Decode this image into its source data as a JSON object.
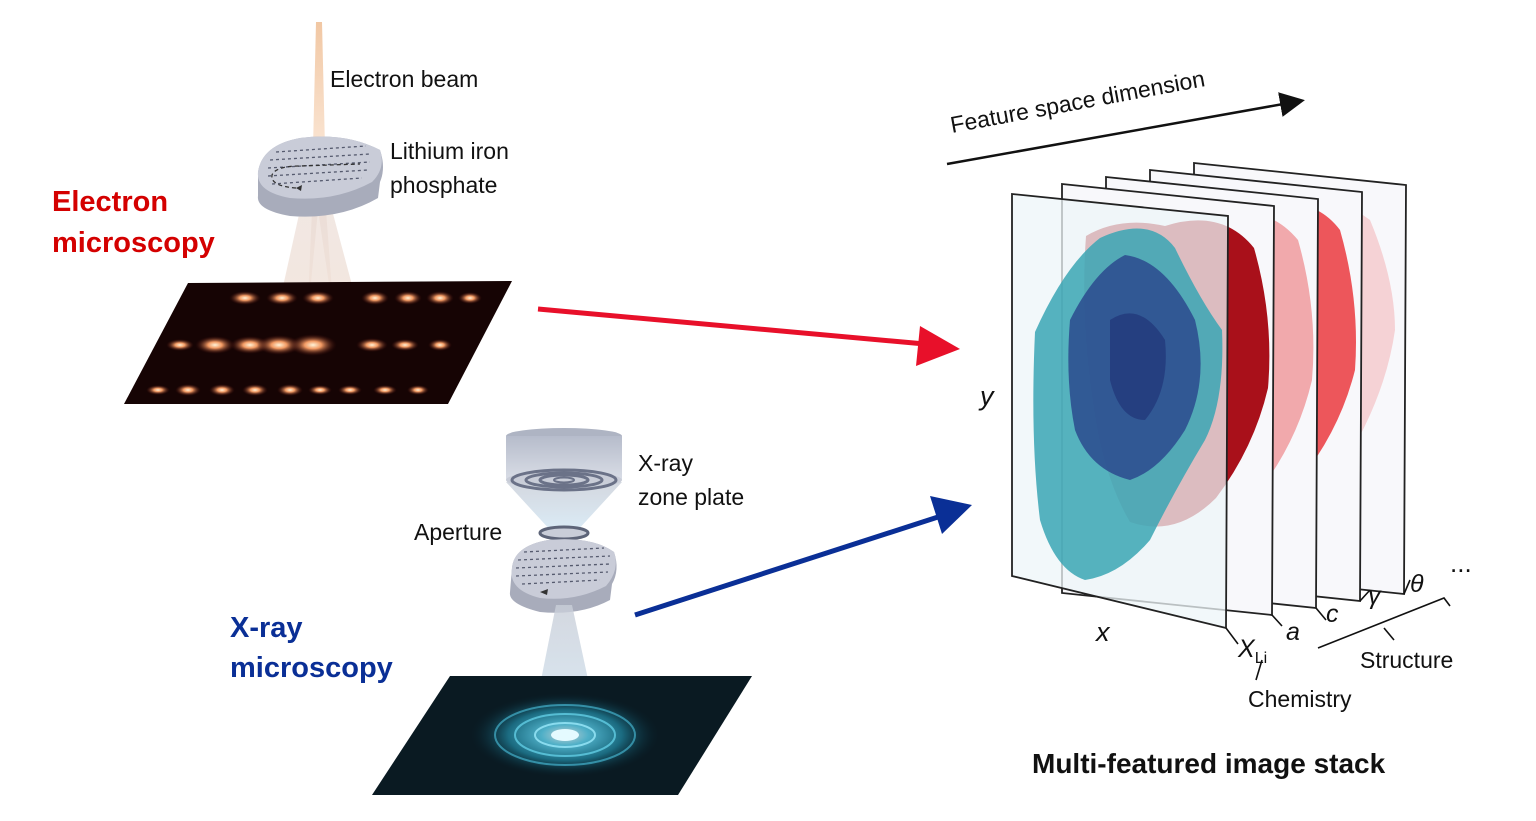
{
  "electron": {
    "title_line1": "Electron",
    "title_line2": "microscopy",
    "color": "#d40000",
    "beam_label": "Electron beam",
    "sample_label_line1": "Lithium iron",
    "sample_label_line2": "phosphate"
  },
  "xray": {
    "title_line1": "X-ray",
    "title_line2": "microscopy",
    "color": "#0a2f96",
    "zone_plate_line1": "X-ray",
    "zone_plate_line2": "zone plate",
    "aperture_label": "Aperture"
  },
  "stack": {
    "feature_axis_label": "Feature space dimension",
    "y_axis_label": "y",
    "x_axis_label": "x",
    "features": {
      "xli_main": "X",
      "xli_sub": "Li",
      "a": "a",
      "c": "c",
      "gamma": "γ",
      "theta": "θ",
      "ellipsis": "..."
    },
    "chemistry_label": "Chemistry",
    "structure_label": "Structure",
    "caption": "Multi-featured image stack"
  }
}
